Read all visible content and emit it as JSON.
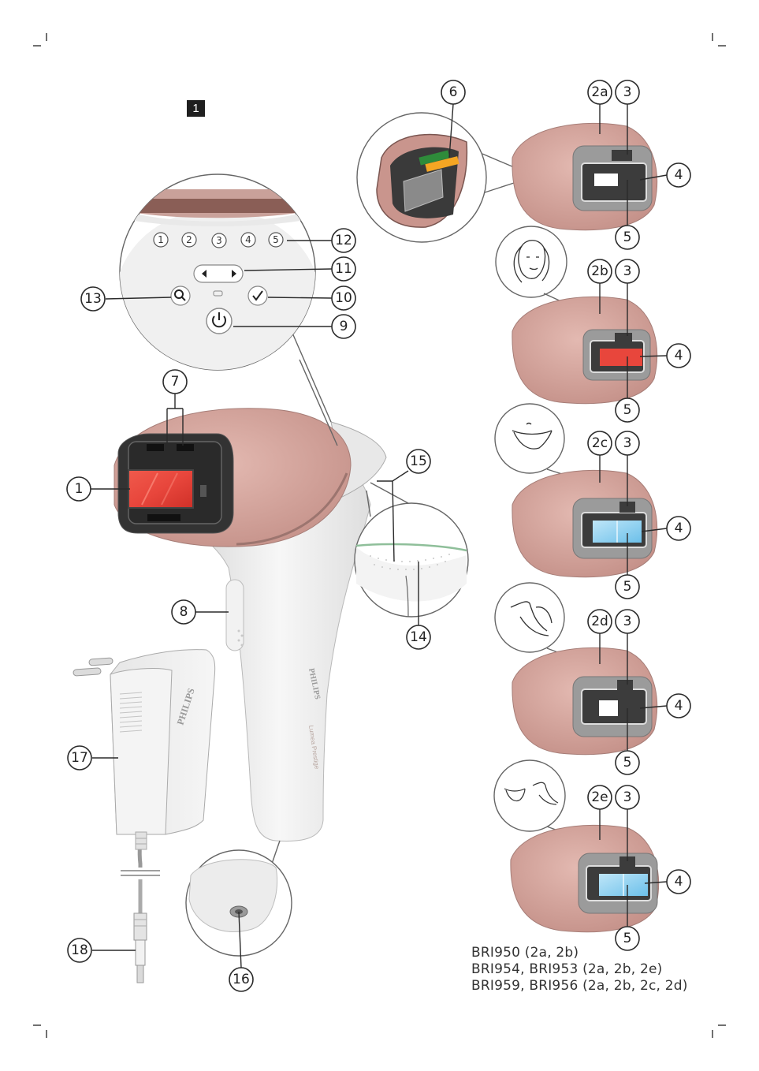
{
  "figure_number": "1",
  "brand": "PHILIPS",
  "product_name": "Lumea Prestige",
  "callouts": {
    "c1": "1",
    "c2a": "2a",
    "c2b": "2b",
    "c2c": "2c",
    "c2d": "2d",
    "c2e": "2e",
    "c3": "3",
    "c4": "4",
    "c5": "5",
    "c6": "6",
    "c7": "7",
    "c8": "8",
    "c9": "9",
    "c10": "10",
    "c11": "11",
    "c12": "12",
    "c13": "13",
    "c14": "14",
    "c15": "15",
    "c16": "16",
    "c17": "17",
    "c18": "18"
  },
  "intensity_buttons": [
    "1",
    "2",
    "3",
    "4",
    "5"
  ],
  "models": [
    "BRI950 (2a, 2b)",
    "BRI954, BRI953 (2a, 2b, 2e)",
    "BRI959, BRI956 (2a, 2b, 2c, 2d)"
  ],
  "colors": {
    "rose_gold": "#d3a49c",
    "rose_dark": "#b98a83",
    "device_white": "#eeeeee",
    "window_red": "#e8463c",
    "window_blue": "#8fd0ef",
    "gray_frame": "#8a8a8a",
    "connector_green": "#2e8b3a",
    "connector_orange": "#f5a623"
  },
  "icons": [
    "power-icon",
    "check-icon",
    "magnifier-icon",
    "left-arrow-icon",
    "right-arrow-icon",
    "face-icon",
    "bikini-icon",
    "underarm-icon",
    "body-icon"
  ]
}
